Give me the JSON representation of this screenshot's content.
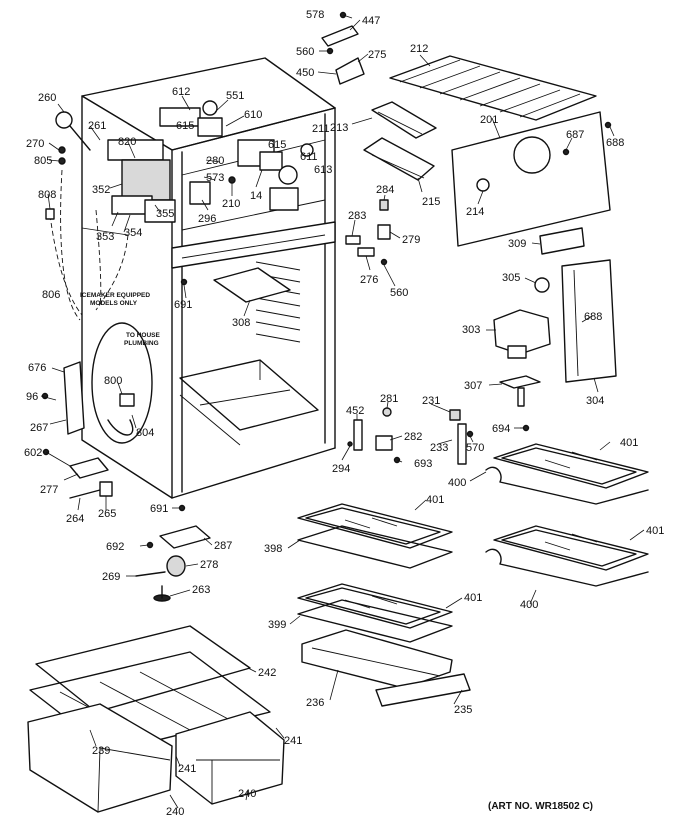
{
  "diagram": {
    "labels": {
      "p578": "578",
      "p447": "447",
      "p560a": "560",
      "p275": "275",
      "p450": "450",
      "p212": "212",
      "p260": "260",
      "p612": "612",
      "p551": "551",
      "p610": "610",
      "p615a": "615",
      "p615b": "615",
      "p211": "211",
      "p611": "611",
      "p613": "613",
      "p261": "261",
      "p820": "820",
      "p270": "270",
      "p805": "805",
      "p280": "280",
      "p573": "573",
      "p210": "210",
      "p14": "14",
      "p296": "296",
      "p808": "808",
      "p352": "352",
      "p355": "355",
      "p353": "353",
      "p354": "354",
      "p213": "213",
      "p201": "201",
      "p687": "687",
      "p688a": "688",
      "p284": "284",
      "p215": "215",
      "p214": "214",
      "p283": "283",
      "p279": "279",
      "p276": "276",
      "p560b": "560",
      "p309": "309",
      "p305": "305",
      "p688b": "688",
      "p806": "806",
      "p691a": "691",
      "p308": "308",
      "p303": "303",
      "p304": "304",
      "p676": "676",
      "p800": "800",
      "p96": "96",
      "p804": "804",
      "p267": "267",
      "p307": "307",
      "p281": "281",
      "p231": "231",
      "p452": "452",
      "p282": "282",
      "p233": "233",
      "p570": "570",
      "p694": "694",
      "p401a": "401",
      "p602": "602",
      "p294": "294",
      "p693": "693",
      "p400a": "400",
      "p277": "277",
      "p401b": "401",
      "p691b": "691",
      "p264": "264",
      "p265": "265",
      "p401c": "401",
      "p692": "692",
      "p287": "287",
      "p398": "398",
      "p278": "278",
      "p269": "269",
      "p263": "263",
      "p401d": "401",
      "p399": "399",
      "p400b": "400",
      "p242": "242",
      "p236": "236",
      "p235": "235",
      "p239": "239",
      "p241a": "241",
      "p241b": "241",
      "p240a": "240",
      "p240b": "240"
    },
    "note_icemaker_1": "ICEMAKER EQUIPPED",
    "note_icemaker_2": "MODELS ONLY",
    "note_plumbing_1": "TO HOUSE",
    "note_plumbing_2": "PLUMBING",
    "art_number": "(ART NO. WR18502 C)"
  }
}
